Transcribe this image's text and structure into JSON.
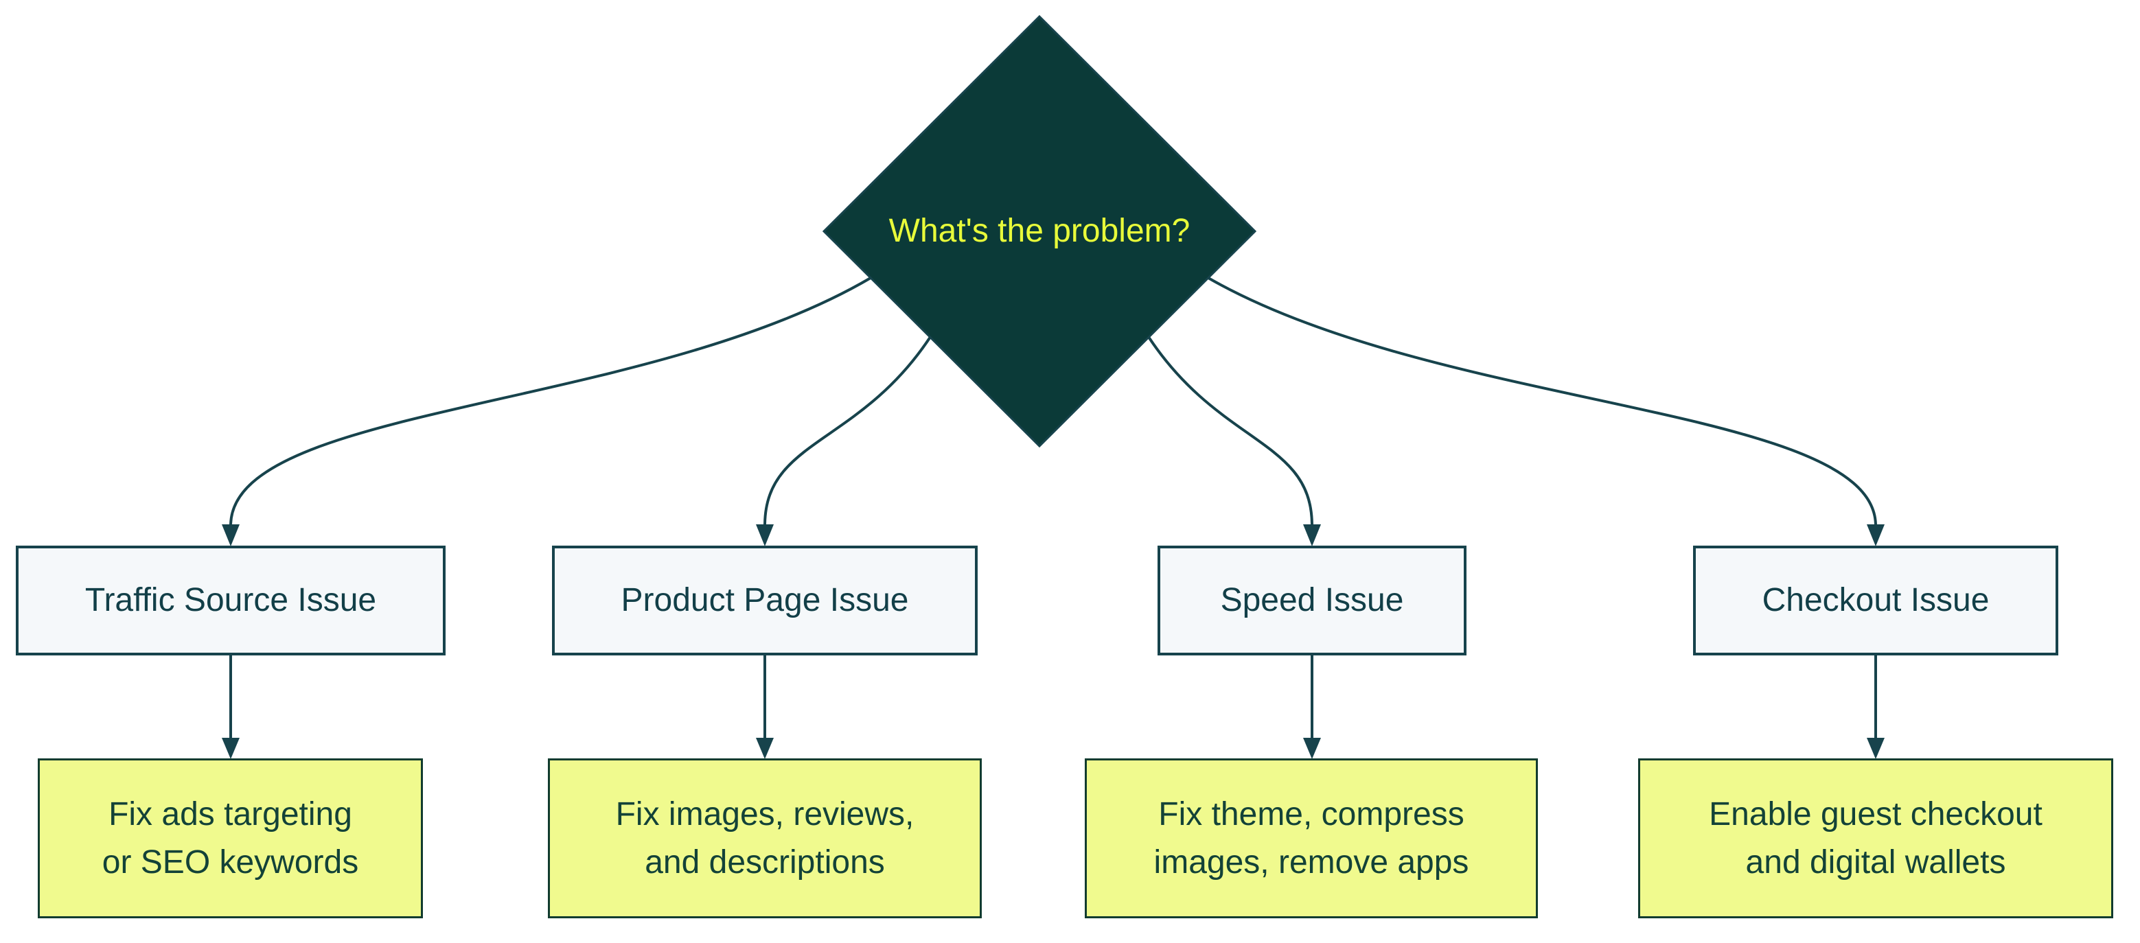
{
  "diagram": {
    "type": "flowchart",
    "background": "#ffffff",
    "root": {
      "label": "What's the problem?",
      "shape": "diamond",
      "fill": "#0b3a38",
      "text_color": "#e8fb3a"
    },
    "style": {
      "edge_color": "#17434c",
      "problem_box_fill": "#f5f8fa",
      "problem_box_border": "#17434c",
      "problem_text_color": "#123f48",
      "solution_box_fill": "#f0fa8e",
      "solution_box_border": "#123c2f",
      "solution_text_color": "#134238"
    },
    "branches": [
      {
        "problem": "Traffic Source Issue",
        "solution": "Fix ads targeting\nor SEO keywords"
      },
      {
        "problem": "Product Page Issue",
        "solution": "Fix images, reviews,\nand descriptions"
      },
      {
        "problem": "Speed Issue",
        "solution": "Fix theme, compress\nimages, remove apps"
      },
      {
        "problem": "Checkout Issue",
        "solution": "Enable guest checkout\nand digital wallets"
      }
    ]
  }
}
